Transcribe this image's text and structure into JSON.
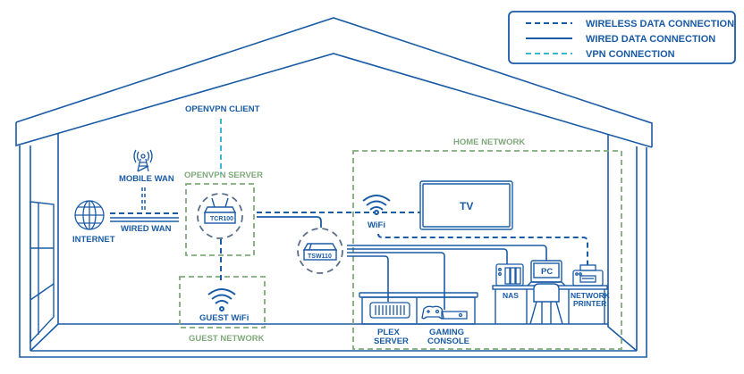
{
  "colors": {
    "primary": "#1a5ba6",
    "vpn": "#3bb8cf",
    "network_zone": "#7fa97a",
    "device_halo": "#5a6e8a",
    "background": "#ffffff"
  },
  "legend": {
    "items": [
      {
        "label": "WIRELESS DATA CONNECTION",
        "style": "dashed",
        "color": "#1a5ba6"
      },
      {
        "label": "WIRED DATA CONNECTION",
        "style": "solid",
        "color": "#1a5ba6"
      },
      {
        "label": "VPN CONNECTION",
        "style": "dashed",
        "color": "#3bb8cf"
      }
    ]
  },
  "nodes": {
    "openvpn_client": "OPENVPN CLIENT",
    "openvpn_server": "OPENVPN SERVER",
    "mobile_wan": "MOBILE WAN",
    "wired_wan": "WIRED WAN",
    "internet": "INTERNET",
    "router_model": "TCR100",
    "switch_model": "TSW110",
    "guest_wifi": "GUEST WiFi",
    "guest_network": "GUEST NETWORK",
    "home_network": "HOME NETWORK",
    "wifi": "WiFi",
    "tv": "TV",
    "nas": "NAS",
    "pc": "PC",
    "network_printer_line1": "NETWORK",
    "network_printer_line2": "PRINTER",
    "plex_server_line1": "PLEX",
    "plex_server_line2": "SERVER",
    "gaming_console_line1": "GAMING",
    "gaming_console_line2": "CONSOLE"
  },
  "icons": {
    "globe": "globe-icon",
    "tower": "cell-tower-icon",
    "router": "router-icon",
    "switch": "switch-icon",
    "wifi": "wifi-icon",
    "tv": "tv-icon",
    "nas": "nas-icon",
    "pc": "monitor-icon",
    "printer": "printer-icon",
    "server": "server-icon",
    "gamepad": "gamepad-icon",
    "chair": "chair-icon",
    "window": "window-icon"
  }
}
